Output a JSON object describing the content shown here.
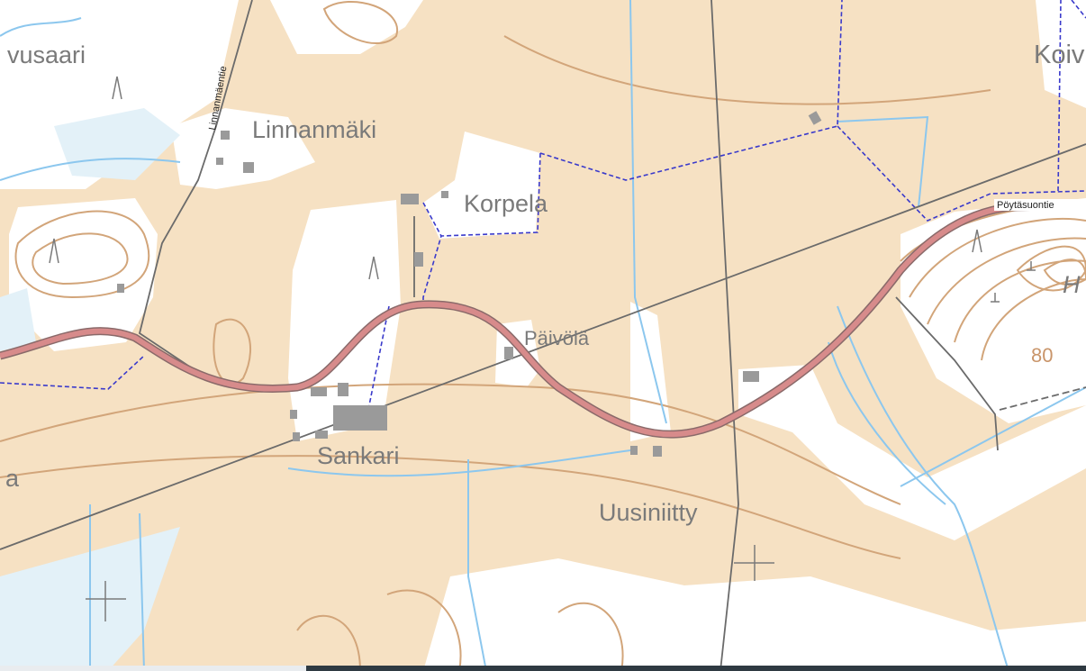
{
  "map": {
    "place_names": {
      "vusaari": "vusaari",
      "linnanmaki": "Linnanmäki",
      "korpela": "Korpela",
      "paivola": "Päivölä",
      "sankari": "Sankari",
      "uusiniitty": "Uusiniitty",
      "koiv": "Koiv",
      "a_left": "a",
      "h_right": "H"
    },
    "road_labels": {
      "linnanmaentie": "Linnanmäentie",
      "poytasuontie": "Pöytäsuontie"
    },
    "contour_labels": {
      "elev_80": "80"
    },
    "colors": {
      "field": "#f6e1c3",
      "open_land": "#ffffff",
      "wetland": "#e3f1f8",
      "road_fill": "#d78b8b",
      "road_casing": "#8a6a6a",
      "boundary": "#3a3acb",
      "stream": "#8cc7ee",
      "contour": "#d2a57a",
      "powerline": "#6b6b6b",
      "building": "#9a9a9a"
    }
  }
}
